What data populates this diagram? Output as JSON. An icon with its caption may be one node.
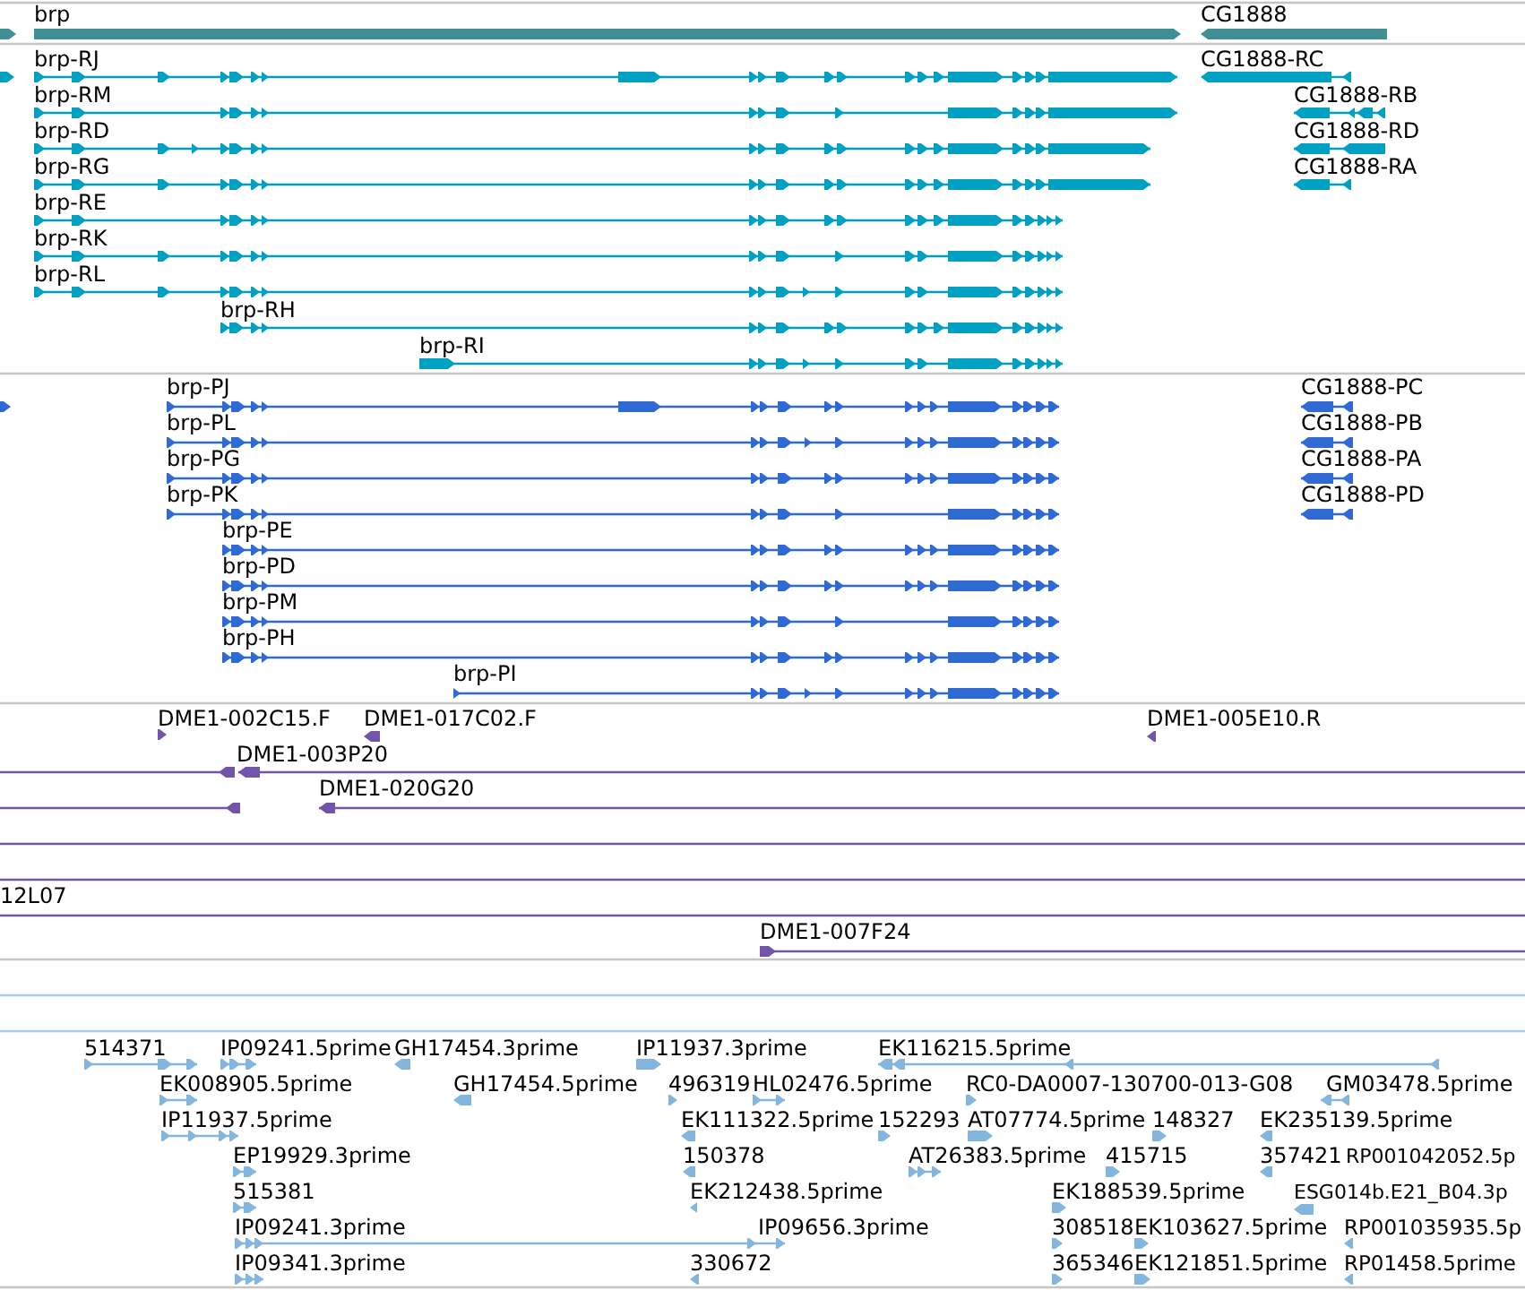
{
  "diagram": {
    "nodes": [
      {
        "text": [
          "brp"
        ]
      },
      {
        "text": [
          "CG1888"
        ]
      },
      {
        "text": [
          "brp-RJ"
        ]
      },
      {
        "text": [
          "CG1888-RC"
        ]
      },
      {
        "text": [
          "brp-RM"
        ]
      },
      {
        "text": [
          "CG1888-RB"
        ]
      },
      {
        "text": [
          "brp-RD"
        ]
      },
      {
        "text": [
          "CG1888-RD"
        ]
      },
      {
        "text": [
          "brp-RG"
        ]
      },
      {
        "text": [
          "CG1888-RA"
        ]
      },
      {
        "text": [
          "brp-RE"
        ]
      },
      {
        "text": [
          "brp-RK"
        ]
      },
      {
        "text": [
          "brp-RL"
        ]
      },
      {
        "text": [
          "brp-RH"
        ]
      },
      {
        "text": [
          "brp-RI"
        ]
      },
      {
        "text": [
          "brp-PJ"
        ]
      },
      {
        "text": [
          "CG1888-PC"
        ]
      },
      {
        "text": [
          "brp-PL"
        ]
      },
      {
        "text": [
          "CG1888-PB"
        ]
      },
      {
        "text": [
          "brp-PG"
        ]
      },
      {
        "text": [
          "CG1888-PA"
        ]
      },
      {
        "text": [
          "brp-PK"
        ]
      },
      {
        "text": [
          "CG1888-PD"
        ]
      },
      {
        "text": [
          "brp-PE"
        ]
      },
      {
        "text": [
          "brp-PD"
        ]
      },
      {
        "text": [
          "brp-PM"
        ]
      },
      {
        "text": [
          "brp-PH"
        ]
      },
      {
        "text": [
          "brp-PI"
        ]
      },
      {
        "text": [
          "DME1-002C15.F"
        ]
      },
      {
        "text": [
          "DME1-017C02.F"
        ]
      },
      {
        "text": [
          "DME1-005E10.R"
        ]
      },
      {
        "text": [
          "DME1-003P20"
        ]
      },
      {
        "text": [
          "DME1-020G20"
        ]
      },
      {
        "text": [
          "12L07"
        ]
      },
      {
        "text": [
          "DME1-007F24"
        ]
      },
      {
        "text": [
          "514371"
        ]
      },
      {
        "text": [
          "IP09241.5prime"
        ]
      },
      {
        "text": [
          "GH17454.3prime"
        ]
      },
      {
        "text": [
          "IP11937.3prime"
        ]
      },
      {
        "text": [
          "EK116215.5prime"
        ]
      },
      {
        "text": [
          "EK008905.5prime"
        ]
      },
      {
        "text": [
          "GH17454.5prime"
        ]
      },
      {
        "text": [
          "496319"
        ]
      },
      {
        "text": [
          "HL02476.5prime"
        ]
      },
      {
        "text": [
          "RC0-DA0007-130700-013-G08"
        ]
      },
      {
        "text": [
          "GM03478.5prime"
        ]
      },
      {
        "text": [
          "IP11937.5prime"
        ]
      },
      {
        "text": [
          "EK111322.5prime"
        ]
      },
      {
        "text": [
          "152293"
        ]
      },
      {
        "text": [
          "AT07774.5prime"
        ]
      },
      {
        "text": [
          "148327"
        ]
      },
      {
        "text": [
          "EK235139.5prime"
        ]
      },
      {
        "text": [
          "EP19929.3prime"
        ]
      },
      {
        "text": [
          "150378"
        ]
      },
      {
        "text": [
          "AT26383.5prime"
        ]
      },
      {
        "text": [
          "415715"
        ]
      },
      {
        "text": [
          "357421"
        ]
      },
      {
        "text": [
          "RP001042052.5p"
        ]
      },
      {
        "text": [
          "515381"
        ]
      },
      {
        "text": [
          "EK212438.5prime"
        ]
      },
      {
        "text": [
          "EK188539.5prime"
        ]
      },
      {
        "text": [
          "ESG014b.E21_B04.3p"
        ]
      },
      {
        "text": [
          "IP09241.3prime"
        ]
      },
      {
        "text": [
          "IP09656.3prime"
        ]
      },
      {
        "text": [
          "308518"
        ]
      },
      {
        "text": [
          "EK103627.5prime"
        ]
      },
      {
        "text": [
          "RP001035935.5p"
        ]
      },
      {
        "text": [
          "IP09341.3prime"
        ]
      },
      {
        "text": [
          "330672"
        ]
      },
      {
        "text": [
          "365346"
        ]
      },
      {
        "text": [
          "EK121851.5prime"
        ]
      },
      {
        "text": [
          "RP01458.5prime"
        ]
      }
    ]
  }
}
